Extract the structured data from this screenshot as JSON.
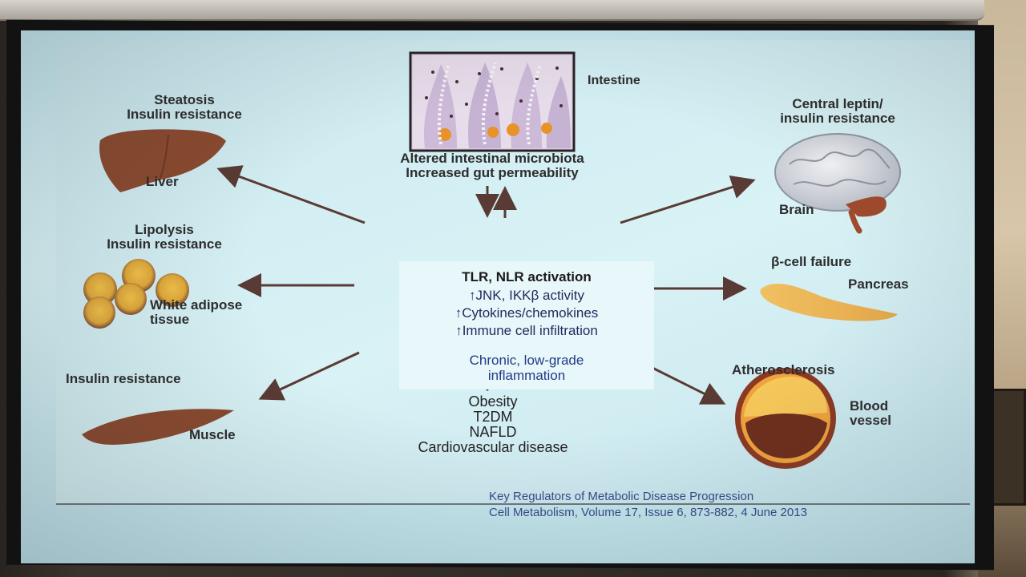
{
  "slide": {
    "top": {
      "intestine_label": "Intestine",
      "top_text_1": "Altered intestinal microbiota",
      "top_text_2": "Increased gut permeability"
    },
    "center": {
      "line1": "TLR, NLR activation",
      "line2": "JNK, IKKβ activity",
      "line3": "Cytokines/chemokines",
      "line4": "Immune cell infiltration",
      "line5": "Chronic, low-grade",
      "line6": "inflammation",
      "up_arrow": "↑"
    },
    "liver": {
      "title1": "Steatosis",
      "title2": "Insulin resistance",
      "organ": "Liver"
    },
    "adipose": {
      "title1": "Lipolysis",
      "title2": "Insulin resistance",
      "organ1": "White adipose",
      "organ2": "tissue"
    },
    "muscle": {
      "title": "Insulin resistance",
      "organ": "Muscle"
    },
    "outcomes": {
      "o1": "Obesity",
      "o2": "T2DM",
      "o3": "NAFLD",
      "o4": "Cardiovascular disease"
    },
    "brain": {
      "title1": "Central leptin/",
      "title2": "insulin resistance",
      "organ": "Brain"
    },
    "pancreas": {
      "title": "β-cell failure",
      "organ": "Pancreas"
    },
    "vessel": {
      "title": "Atherosclerosis",
      "organ1": "Blood",
      "organ2": "vessel"
    },
    "citation": {
      "line1": "Key Regulators of Metabolic Disease Progression",
      "line2": "Cell Metabolism, Volume 17, Issue 6, 873-882, 4 June 2013"
    }
  },
  "colors": {
    "organ_brown": "#8b4a2f",
    "arrow": "#5a3a35",
    "caption_blue": "#3a4a8c"
  }
}
